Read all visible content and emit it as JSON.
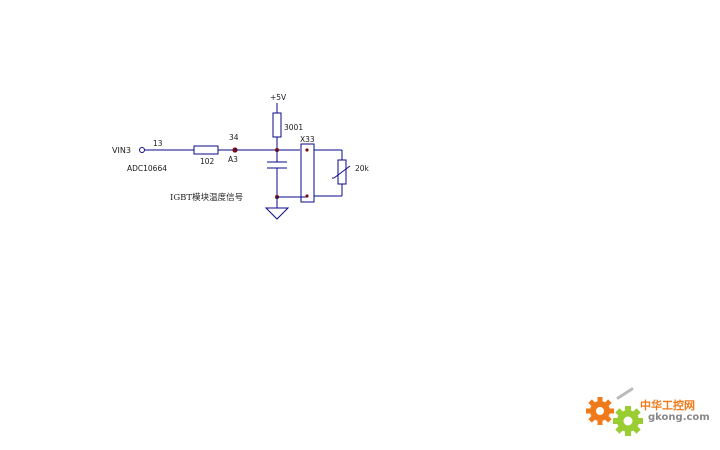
{
  "diagram": {
    "labels": {
      "vin": "VIN3",
      "pin_in": "13",
      "adc": "ADC10664",
      "resistor_in": "102",
      "pin_out": "34",
      "port": "A3",
      "supply": "+5V",
      "pullup": "3001",
      "connector": "X33",
      "thermistor": "20k",
      "caption": "IGBT模块温度信号"
    },
    "colors": {
      "wire": "#0a0a8a",
      "node": "#7a1010"
    }
  },
  "watermark": {
    "cn": "中华工控网",
    "en": "gkong.com",
    "gear_orange": "#f07a1a",
    "gear_green": "#9acd32"
  }
}
